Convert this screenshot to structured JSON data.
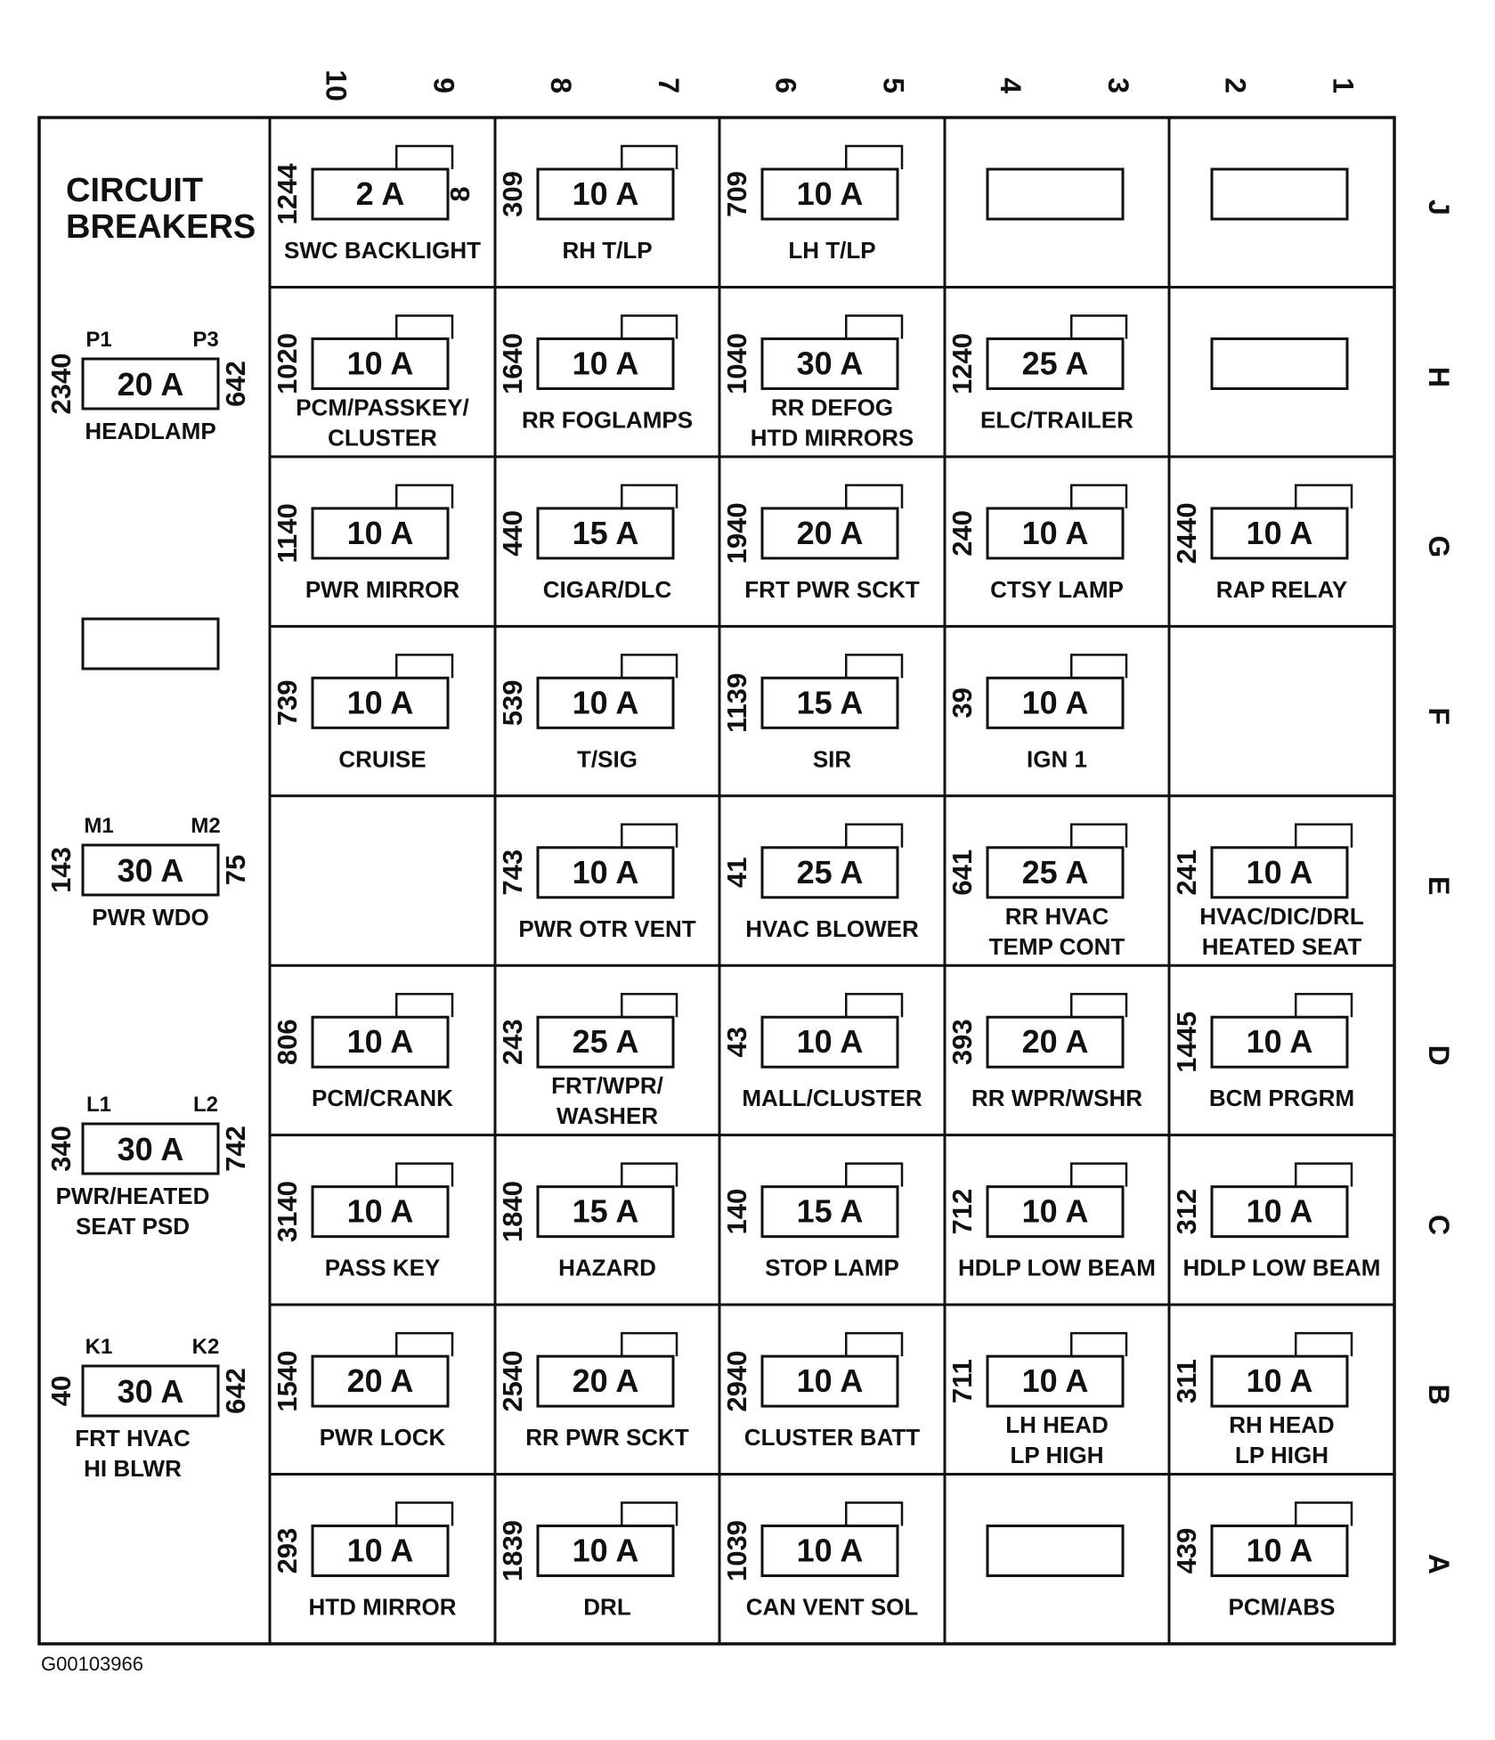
{
  "diagram_id": "G00103966",
  "breakers_title": [
    "CIRCUIT",
    "BREAKERS"
  ],
  "column_labels": [
    "10",
    "9",
    "8",
    "7",
    "6",
    "5",
    "4",
    "3",
    "2",
    "1"
  ],
  "row_labels": [
    "J",
    "H",
    "G",
    "F",
    "E",
    "D",
    "C",
    "B",
    "A"
  ],
  "breakers": [
    {
      "id": "headlamp",
      "rating": "20 A",
      "caption": [
        "HEADLAMP"
      ],
      "pin_left": "P1",
      "pin_right": "P3",
      "code_left": "2340",
      "code_right": "642"
    },
    {
      "id": "spare",
      "rating": "",
      "caption": [],
      "pin_left": "",
      "pin_right": "",
      "code_left": "",
      "code_right": ""
    },
    {
      "id": "pwr-wdo",
      "rating": "30 A",
      "caption": [
        "PWR WDO"
      ],
      "pin_left": "M1",
      "pin_right": "M2",
      "code_left": "143",
      "code_right": "75"
    },
    {
      "id": "pwr-heated-seat",
      "rating": "30 A",
      "caption": [
        "PWR/HEATED",
        "SEAT PSD"
      ],
      "pin_left": "L1",
      "pin_right": "L2",
      "code_left": "340",
      "code_right": "742"
    },
    {
      "id": "frt-hvac",
      "rating": "30 A",
      "caption": [
        "FRT HVAC",
        "HI BLWR"
      ],
      "pin_left": "K1",
      "pin_right": "K2",
      "code_left": "40",
      "code_right": "642"
    }
  ],
  "fuse_rows": [
    {
      "row": "J",
      "cells": [
        {
          "code": "1244",
          "rating": "2 A",
          "caption": [
            "SWC BACKLIGHT"
          ],
          "extra": "8"
        },
        {
          "code": "309",
          "rating": "10 A",
          "caption": [
            "RH T/LP"
          ]
        },
        {
          "code": "709",
          "rating": "10 A",
          "caption": [
            "LH T/LP"
          ]
        },
        {
          "code": "",
          "rating": "",
          "caption": []
        },
        {
          "code": "",
          "rating": "",
          "caption": []
        }
      ]
    },
    {
      "row": "H",
      "cells": [
        {
          "code": "1020",
          "rating": "10 A",
          "caption": [
            "PCM/PASSKEY/",
            "CLUSTER"
          ]
        },
        {
          "code": "1640",
          "rating": "10 A",
          "caption": [
            "RR FOGLAMPS"
          ]
        },
        {
          "code": "1040",
          "rating": "30 A",
          "caption": [
            "RR DEFOG",
            "HTD MIRRORS"
          ]
        },
        {
          "code": "1240",
          "rating": "25 A",
          "caption": [
            "ELC/TRAILER"
          ]
        },
        {
          "code": "",
          "rating": "",
          "caption": []
        }
      ]
    },
    {
      "row": "G",
      "cells": [
        {
          "code": "1140",
          "rating": "10 A",
          "caption": [
            "PWR MIRROR"
          ]
        },
        {
          "code": "440",
          "rating": "15 A",
          "caption": [
            "CIGAR/DLC"
          ]
        },
        {
          "code": "1940",
          "rating": "20 A",
          "caption": [
            "FRT PWR SCKT"
          ]
        },
        {
          "code": "240",
          "rating": "10 A",
          "caption": [
            "CTSY LAMP"
          ]
        },
        {
          "code": "2440",
          "rating": "10 A",
          "caption": [
            "RAP RELAY"
          ]
        }
      ]
    },
    {
      "row": "F",
      "cells": [
        {
          "code": "739",
          "rating": "10 A",
          "caption": [
            "CRUISE"
          ]
        },
        {
          "code": "539",
          "rating": "10 A",
          "caption": [
            "T/SIG"
          ]
        },
        {
          "code": "1139",
          "rating": "15 A",
          "caption": [
            "SIR"
          ]
        },
        {
          "code": "39",
          "rating": "10 A",
          "caption": [
            "IGN 1"
          ]
        },
        null
      ]
    },
    {
      "row": "E",
      "cells": [
        null,
        {
          "code": "743",
          "rating": "10 A",
          "caption": [
            "PWR OTR VENT"
          ]
        },
        {
          "code": "41",
          "rating": "25 A",
          "caption": [
            "HVAC BLOWER"
          ]
        },
        {
          "code": "641",
          "rating": "25 A",
          "caption": [
            "RR HVAC",
            "TEMP CONT"
          ]
        },
        {
          "code": "241",
          "rating": "10 A",
          "caption": [
            "HVAC/DIC/DRL",
            "HEATED SEAT"
          ]
        }
      ]
    },
    {
      "row": "D",
      "cells": [
        {
          "code": "806",
          "rating": "10 A",
          "caption": [
            "PCM/CRANK"
          ]
        },
        {
          "code": "243",
          "rating": "25 A",
          "caption": [
            "FRT/WPR/",
            "WASHER"
          ]
        },
        {
          "code": "43",
          "rating": "10 A",
          "caption": [
            "MALL/CLUSTER"
          ]
        },
        {
          "code": "393",
          "rating": "20 A",
          "caption": [
            "RR WPR/WSHR"
          ]
        },
        {
          "code": "1445",
          "rating": "10 A",
          "caption": [
            "BCM PRGRM"
          ]
        }
      ]
    },
    {
      "row": "C",
      "cells": [
        {
          "code": "3140",
          "rating": "10 A",
          "caption": [
            "PASS KEY"
          ]
        },
        {
          "code": "1840",
          "rating": "15 A",
          "caption": [
            "HAZARD"
          ]
        },
        {
          "code": "140",
          "rating": "15 A",
          "caption": [
            "STOP LAMP"
          ]
        },
        {
          "code": "712",
          "rating": "10 A",
          "caption": [
            "HDLP LOW BEAM"
          ]
        },
        {
          "code": "312",
          "rating": "10 A",
          "caption": [
            "HDLP LOW BEAM"
          ]
        }
      ]
    },
    {
      "row": "B",
      "cells": [
        {
          "code": "1540",
          "rating": "20 A",
          "caption": [
            "PWR LOCK"
          ]
        },
        {
          "code": "2540",
          "rating": "20 A",
          "caption": [
            "RR PWR SCKT"
          ]
        },
        {
          "code": "2940",
          "rating": "10 A",
          "caption": [
            "CLUSTER BATT"
          ]
        },
        {
          "code": "711",
          "rating": "10 A",
          "caption": [
            "LH HEAD",
            "LP HIGH"
          ]
        },
        {
          "code": "311",
          "rating": "10 A",
          "caption": [
            "RH HEAD",
            "LP HIGH"
          ]
        }
      ]
    },
    {
      "row": "A",
      "cells": [
        {
          "code": "293",
          "rating": "10 A",
          "caption": [
            "HTD MIRROR"
          ]
        },
        {
          "code": "1839",
          "rating": "10 A",
          "caption": [
            "DRL"
          ]
        },
        {
          "code": "1039",
          "rating": "10 A",
          "caption": [
            "CAN VENT SOL"
          ]
        },
        {
          "code": "",
          "rating": "",
          "caption": []
        },
        {
          "code": "439",
          "rating": "10 A",
          "caption": [
            "PCM/ABS"
          ]
        }
      ]
    }
  ]
}
